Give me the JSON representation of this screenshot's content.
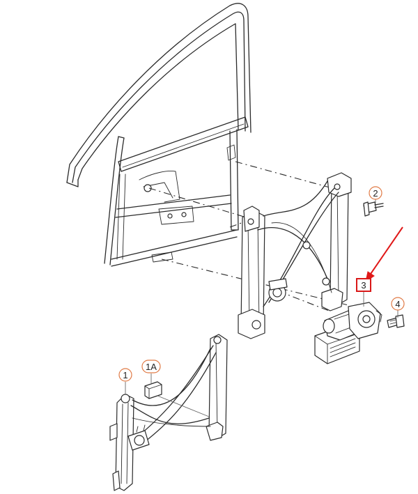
{
  "callouts": {
    "c1": {
      "label": "1"
    },
    "c1a": {
      "label": "1A"
    },
    "c2": {
      "label": "2"
    },
    "c3": {
      "label": "3"
    },
    "c4": {
      "label": "4"
    }
  },
  "colors": {
    "line": "#2a2a2a",
    "callout_ring": "#e07a45",
    "highlight": "#d91818",
    "arrow": "#e01818",
    "background": "#ffffff"
  },
  "highlighted_part": "3"
}
